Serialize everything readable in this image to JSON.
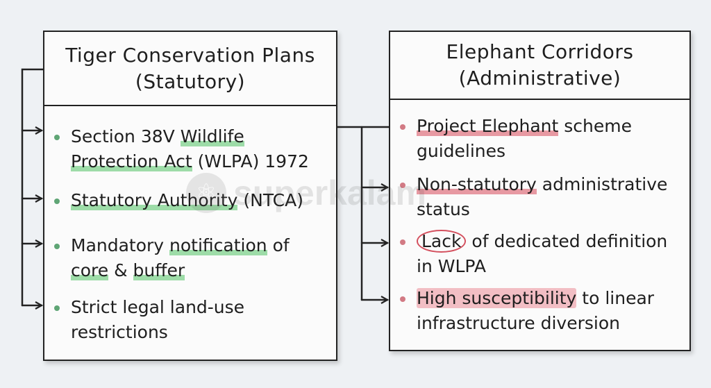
{
  "left_panel": {
    "title_line1": "Tiger Conservation Plans",
    "title_line2": "(Statutory)",
    "items": [
      {
        "parts": [
          "Section 38V ",
          "Wildlife",
          " ",
          "Protection Act",
          " (WLPA) 1972"
        ]
      },
      {
        "parts": [
          "Statutory Authority",
          " (NTCA)"
        ]
      },
      {
        "parts": [
          "Mandatory ",
          "notification",
          " of ",
          "core",
          " & ",
          "buffer"
        ]
      },
      {
        "parts": [
          "Strict legal land-use restrictions"
        ]
      }
    ]
  },
  "right_panel": {
    "title_line1": "Elephant Corridors",
    "title_line2": "(Administrative)",
    "items": [
      {
        "parts": [
          "Project Elephant",
          " scheme guidelines"
        ]
      },
      {
        "parts": [
          "Non-statutory",
          " administrative status"
        ]
      },
      {
        "parts": [
          "Lack",
          " of dedicated definition in WLPA"
        ]
      },
      {
        "parts": [
          "High susceptibility",
          " to linear infrastructure diversion"
        ]
      }
    ]
  },
  "watermark": {
    "text": "superkalam",
    "icon": "atom-logo-icon"
  },
  "colors": {
    "bullet_left": "#5fa575",
    "bullet_right": "#d27a84",
    "highlight_green": "#7ed18c",
    "highlight_red": "#e07884",
    "circle_red": "#d4505e"
  }
}
